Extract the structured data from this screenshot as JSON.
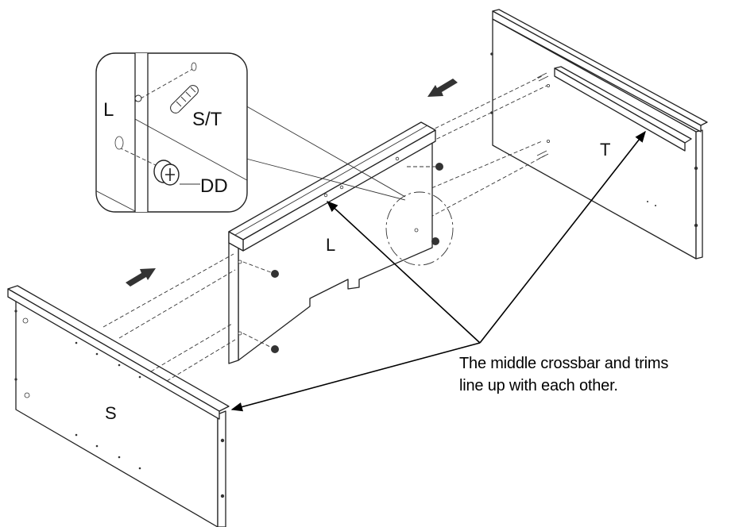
{
  "labels": {
    "panel_s": "S",
    "panel_l": "L",
    "panel_t": "T",
    "inset_l": "L",
    "inset_st": "S/T",
    "inset_dd": "DD"
  },
  "note": {
    "line1": "The middle crossbar and trims",
    "line2": "line up with each other."
  }
}
